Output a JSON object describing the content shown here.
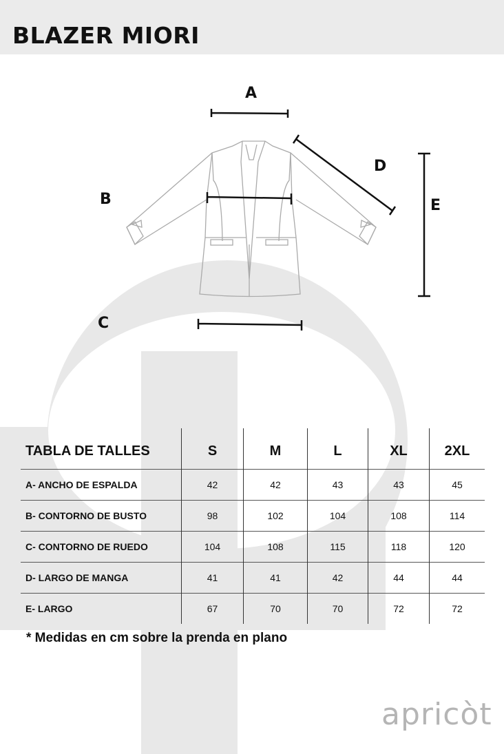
{
  "title": "BLAZER MIORI",
  "diagram_labels": {
    "a": "A",
    "b": "B",
    "c": "C",
    "d": "D",
    "e": "E"
  },
  "table": {
    "headers": [
      "TABLA DE TALLES",
      "S",
      "M",
      "L",
      "XL",
      "2XL"
    ],
    "rows": [
      [
        "A- ANCHO DE ESPALDA",
        "42",
        "42",
        "43",
        "43",
        "45"
      ],
      [
        "B- CONTORNO DE BUSTO",
        "98",
        "102",
        "104",
        "108",
        "114"
      ],
      [
        "C- CONTORNO DE RUEDO",
        "104",
        "108",
        "115",
        "118",
        "120"
      ],
      [
        "D- LARGO DE MANGA",
        "41",
        "41",
        "42",
        "44",
        "44"
      ],
      [
        "E- LARGO",
        "67",
        "70",
        "70",
        "72",
        "72"
      ]
    ]
  },
  "note": "* Medidas en cm sobre la prenda en plano",
  "brand": "apricòt",
  "colors": {
    "header_bg": "#ebebeb",
    "watermark": "#e8e8e8",
    "logo": "#b5b5b5"
  }
}
